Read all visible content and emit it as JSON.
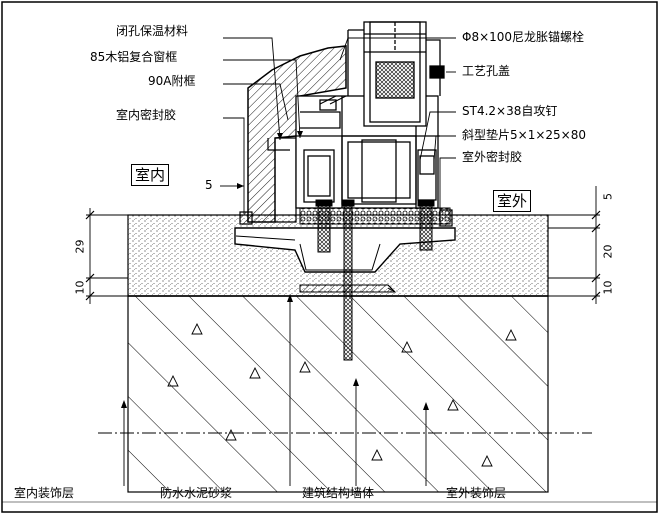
{
  "labels": {
    "insulation": "闭孔保温材料",
    "wood_frame": "85木铝复合窗框",
    "sub_frame": "90A附框",
    "inner_sealant": "室内密封胶",
    "anchor_bolt": "Φ8×100尼龙胀锚螺栓",
    "hole_cap": "工艺孔盖",
    "screw": "ST4.2×38自攻钉",
    "shim": "斜型垫片5×1×25×80",
    "outer_sealant": "室外密封胶",
    "indoor": "室内",
    "outdoor": "室外",
    "indoor_finish": "室内装饰层",
    "mortar": "防水水泥砂浆",
    "wall": "建筑结构墙体",
    "outdoor_finish": "室外装饰层"
  },
  "dims": {
    "left_29": "29",
    "left_10": "10",
    "right_5": "5",
    "right_20": "20",
    "right_10": "10",
    "gap_5": "5"
  },
  "colors": {
    "line": "#000000",
    "background": "#ffffff",
    "concrete_dot": "#444444"
  }
}
